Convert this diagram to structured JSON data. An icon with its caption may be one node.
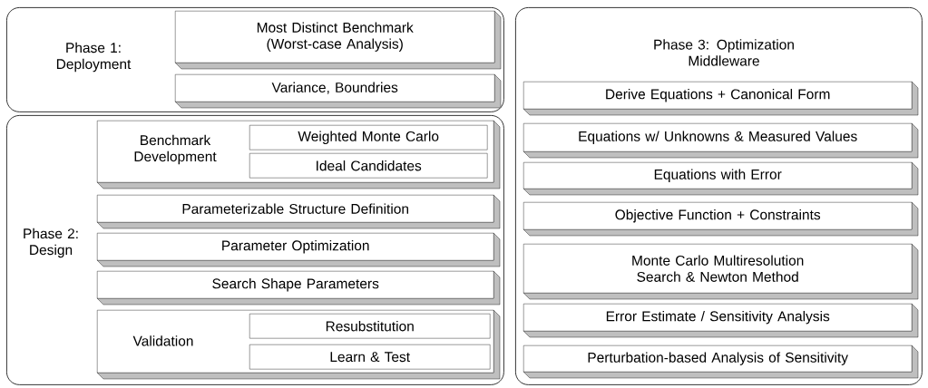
{
  "diagram": {
    "nodes": [
      {
        "text": [
          "Phase 1: Deployment"
        ]
      },
      {
        "text": [
          "Most Distinct Benchmark (Worst-case Analysis)"
        ],
        "in": 0
      },
      {
        "text": [
          "Variance, Boundries"
        ],
        "in": 0
      },
      {
        "text": [
          "Phase 2: Design"
        ]
      },
      {
        "text": [
          "Benchmark Development"
        ],
        "in": 3
      },
      {
        "text": [
          "Weighted Monte Carlo"
        ],
        "in": 4
      },
      {
        "text": [
          "Ideal Candidates"
        ],
        "in": 4
      },
      {
        "text": [
          "Parameterizable Structure Definition"
        ],
        "in": 3
      },
      {
        "text": [
          "Parameter Optimization"
        ],
        "in": 3
      },
      {
        "text": [
          "Search Shape Parameters"
        ],
        "in": 3
      },
      {
        "text": [
          "Validation"
        ],
        "in": 3
      },
      {
        "text": [
          "Resubstitution"
        ],
        "in": 10
      },
      {
        "text": [
          "Learn & Test"
        ],
        "in": 10
      },
      {
        "text": [
          "Phase 3: Optimization Middleware"
        ]
      },
      {
        "text": [
          "Derive Equations + Canonical Form"
        ],
        "in": 13
      },
      {
        "text": [
          "Equations w/ Unknowns & Measured Values"
        ],
        "in": 13
      },
      {
        "text": [
          "Equations with Error"
        ],
        "in": 13
      },
      {
        "text": [
          "Objective Function + Constraints"
        ],
        "in": 13
      },
      {
        "text": [
          "Monte Carlo Multiresolution Search & Newton Method"
        ],
        "in": 13
      },
      {
        "text": [
          "Error Estimate / Sensitivity Analysis"
        ],
        "in": 13
      },
      {
        "text": [
          "Perturbation-based Analysis of Sensitivity"
        ],
        "in": 13
      }
    ]
  }
}
